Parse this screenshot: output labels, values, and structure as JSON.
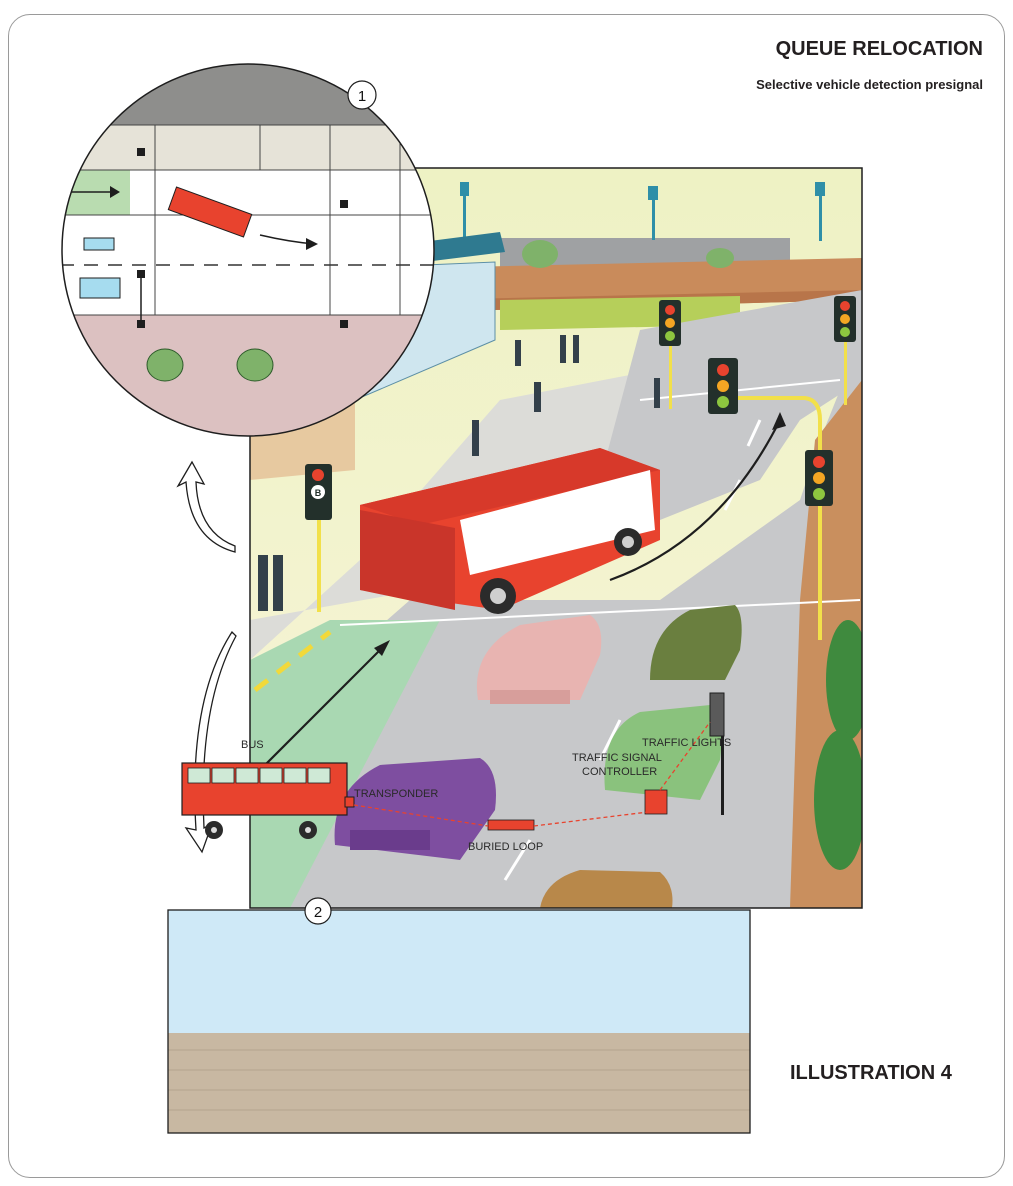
{
  "header": {
    "title": "QUEUE RELOCATION",
    "subtitle": "Selective vehicle detection presignal"
  },
  "footer": {
    "caption": "ILLUSTRATION 4"
  },
  "callouts": {
    "one": "1",
    "two": "2"
  },
  "signal": {
    "bus_marker": "B"
  },
  "inset_diagram": {
    "labels": {
      "bus": "BUS",
      "transponder": "TRANSPONDER",
      "buried_loop": "BURIED LOOP",
      "controller_line1": "TRAFFIC SIGNAL",
      "controller_line2": "CONTROLLER",
      "traffic_lights": "TRAFFIC LIGHTS"
    },
    "colors": {
      "sky": "#cfe9f7",
      "ground": "#c8b8a2",
      "bus_red": "#e8432e",
      "link_dash": "#e8432e"
    }
  },
  "colors": {
    "bus_lane": "#a9d8b2",
    "road": "#c7c8ca",
    "bus": "#e8432e",
    "signal_pole": "#f2e04a",
    "signal_housing": "#23302b"
  }
}
